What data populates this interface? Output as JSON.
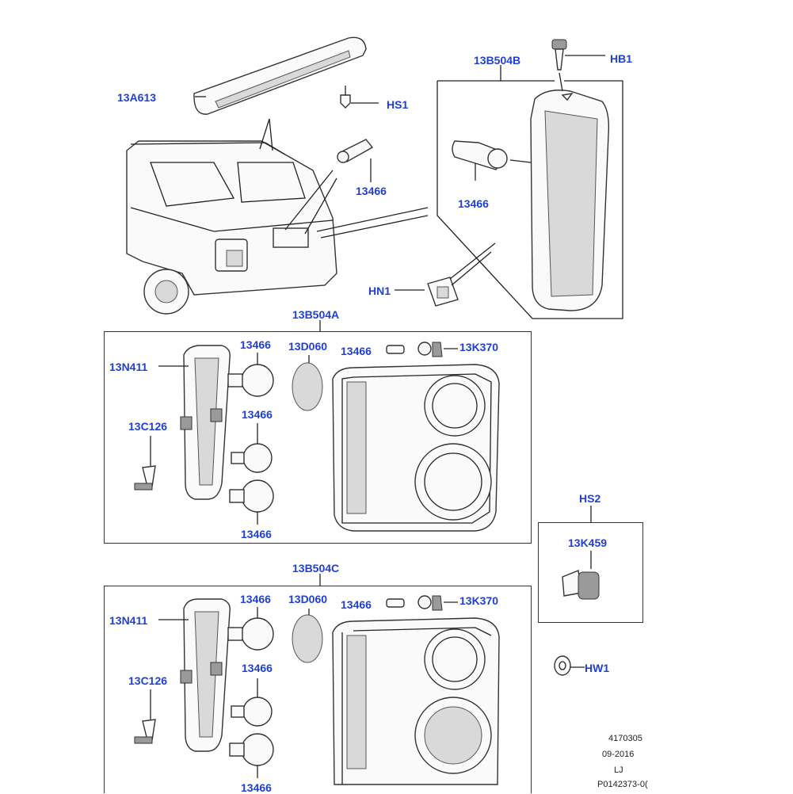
{
  "diagram": {
    "labels": {
      "rear_spoiler": "13A613",
      "screw_hs1": "HS1",
      "bulb_plate": "13466",
      "screw_hb1": "HB1",
      "high_mount_lamp": "13B504B",
      "bulb_hml": "13466",
      "clip_hn1": "HN1",
      "lamp_a": "13B504A",
      "holder_a": "13N411",
      "bulb_a1": "13466",
      "reflector_a": "13D060",
      "bulb_a_side": "13466",
      "socket_a": "13K370",
      "bulb_a2": "13466",
      "plug_a": "13C126",
      "bulb_a3": "13466",
      "kit_hs2": "HS2",
      "socket_kit": "13K459",
      "lamp_c": "13B504C",
      "holder_c": "13N411",
      "bulb_c1": "13466",
      "reflector_c": "13D060",
      "bulb_c_side": "13466",
      "socket_c": "13K370",
      "bulb_c2": "13466",
      "plug_c": "13C126",
      "washer_hw1": "HW1",
      "bulb_c3": "13466"
    },
    "footer": {
      "ref": "4170305",
      "date": "09-2016",
      "initials": "LJ",
      "part_code": "P0142373-0("
    }
  }
}
